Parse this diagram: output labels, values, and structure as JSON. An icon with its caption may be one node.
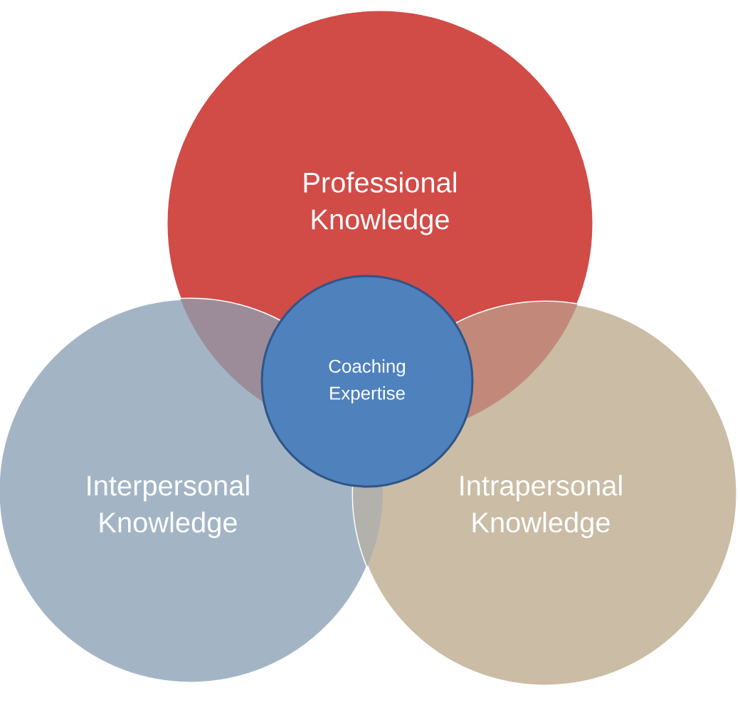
{
  "diagram": {
    "nodes": [
      {
        "text": [
          "Professional Knowledge"
        ]
      },
      {
        "text": [
          "Interpersonal Knowledge"
        ]
      },
      {
        "text": [
          "Intrapersonal Knowledge"
        ]
      },
      {
        "text": [
          "Coaching Expertise"
        ]
      }
    ]
  }
}
